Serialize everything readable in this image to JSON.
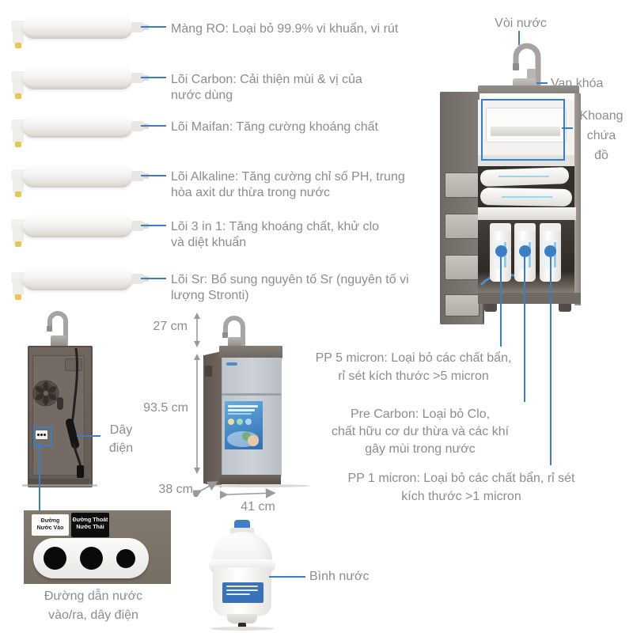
{
  "colors": {
    "accent": "#3b7ec5",
    "label_gray": "#8a8d90",
    "arrow_gray": "#9a9a9a",
    "storage_outline": "#2e7fd6"
  },
  "left_filters": [
    {
      "label": "Màng RO: Loại bỏ 99.9% vi khuẩn, vi rút"
    },
    {
      "label": "Lõi Carbon: Cải thiện mùi & vị của\nnước dùng"
    },
    {
      "label": "Lõi Maifan: Tăng cường khoáng chất"
    },
    {
      "label": "Lõi Alkaline: Tăng cường chỉ số PH, trung\nhòa axit dư thừa trong nước"
    },
    {
      "label": "Lõi 3 in 1: Tăng khoáng chất, khử clo\nvà diệt khuẩn"
    },
    {
      "label": "Lõi Sr: Bổ sung nguyên tố Sr (nguyên tố vi\nlượng Stronti)"
    }
  ],
  "cabinet": {
    "faucet_label": "Vòi nước",
    "valve_label": "Van khóa",
    "storage_label": "Khoang\nchứa\nđồ"
  },
  "inner_filters": [
    {
      "label": "PP 5 micron: Loại bỏ các chất bẩn,\nrỉ sét kích thước >5 micron"
    },
    {
      "label": "Pre Carbon: Loại bỏ Clo,\nchất hữu cơ dư thừa và các khí\ngây mùi trong nước"
    },
    {
      "label": "PP 1 micron: Loại bỏ các chất bẩn, rỉ sét\nkích thước >1 micron"
    }
  ],
  "back_view": {
    "cable_label": "Dây\nđiện",
    "port_in_label": "Đường\nNước Vào",
    "port_out_label": "Đường Thoát\nNước Thải",
    "ports_caption": "Đường dẫn nước\nvào/ra, dây điện"
  },
  "dimensions": {
    "faucet_height": "27 cm",
    "body_height": "93.5 cm",
    "depth": "38 cm",
    "width": "41 cm"
  },
  "tank": {
    "label": "Bình nước"
  }
}
